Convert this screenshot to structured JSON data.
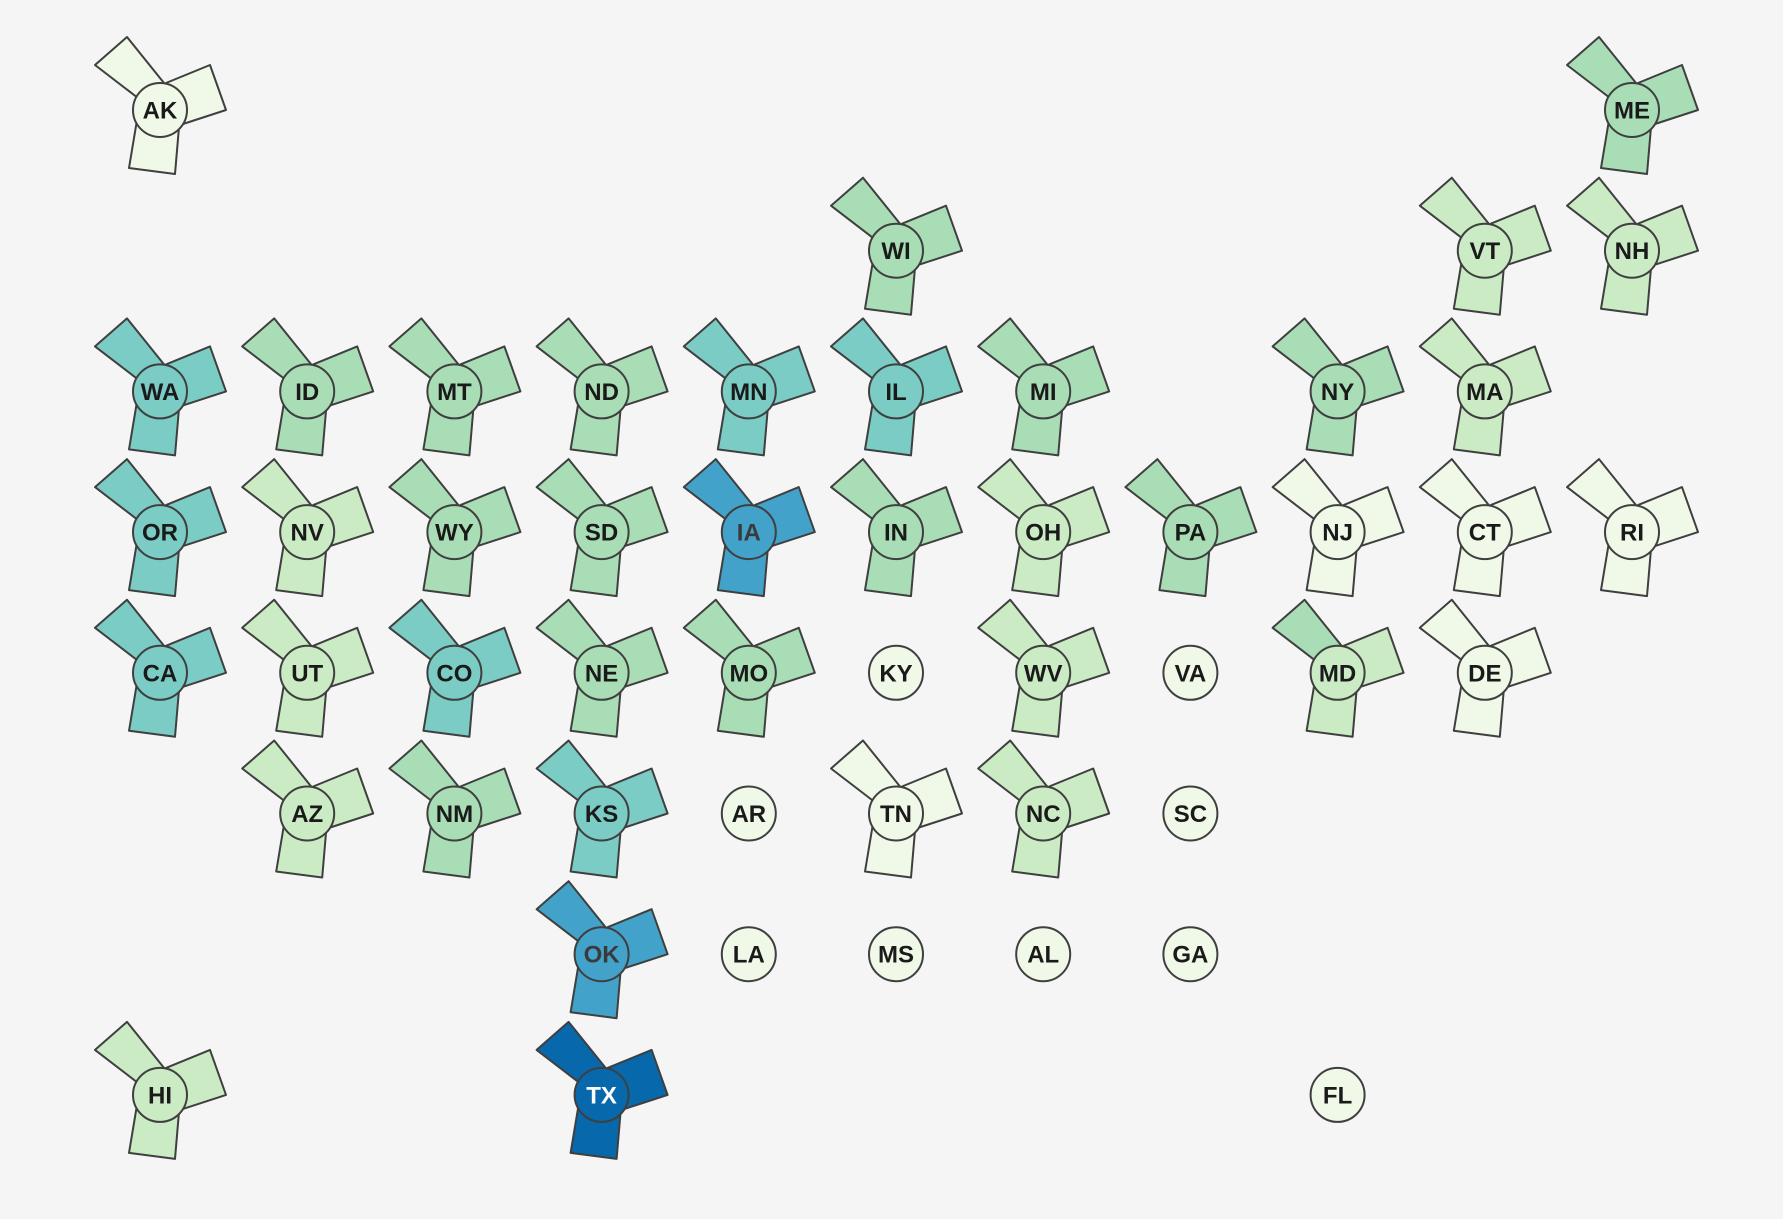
{
  "palette": {
    "background": "#f5f5f5",
    "stroke": "#3f3f3f",
    "level_colors": [
      "#f0f9e8",
      "#cbebc5",
      "#a8ddb5",
      "#7bccc4",
      "#43a2ca",
      "#0868ac"
    ],
    "label_dark": "#1a1a1a",
    "label_light": "#ffffff"
  },
  "chart_data": {
    "type": "tile-grid-map",
    "encoding": "each state tile: three blades and a center circle, each filled with a sequential color level (0 = lightest, 5 = darkest)",
    "states": [
      {
        "abbr": "AK",
        "row": 0,
        "col": 0,
        "blades": [
          0,
          0,
          0
        ],
        "center": 0
      },
      {
        "abbr": "ME",
        "row": 0,
        "col": 10,
        "blades": [
          2,
          2,
          2
        ],
        "center": 2
      },
      {
        "abbr": "WI",
        "row": 1,
        "col": 5,
        "blades": [
          2,
          2,
          2
        ],
        "center": 2
      },
      {
        "abbr": "VT",
        "row": 1,
        "col": 9,
        "blades": [
          1,
          1,
          1
        ],
        "center": 1
      },
      {
        "abbr": "NH",
        "row": 1,
        "col": 10,
        "blades": [
          1,
          1,
          1
        ],
        "center": 1
      },
      {
        "abbr": "WA",
        "row": 2,
        "col": 0,
        "blades": [
          3,
          3,
          3
        ],
        "center": 3
      },
      {
        "abbr": "ID",
        "row": 2,
        "col": 1,
        "blades": [
          2,
          2,
          2
        ],
        "center": 2
      },
      {
        "abbr": "MT",
        "row": 2,
        "col": 2,
        "blades": [
          2,
          2,
          2
        ],
        "center": 2
      },
      {
        "abbr": "ND",
        "row": 2,
        "col": 3,
        "blades": [
          2,
          2,
          2
        ],
        "center": 2
      },
      {
        "abbr": "MN",
        "row": 2,
        "col": 4,
        "blades": [
          3,
          3,
          3
        ],
        "center": 3
      },
      {
        "abbr": "IL",
        "row": 2,
        "col": 5,
        "blades": [
          3,
          3,
          3
        ],
        "center": 3
      },
      {
        "abbr": "MI",
        "row": 2,
        "col": 6,
        "blades": [
          2,
          2,
          2
        ],
        "center": 2
      },
      {
        "abbr": "NY",
        "row": 2,
        "col": 8,
        "blades": [
          2,
          2,
          2
        ],
        "center": 2
      },
      {
        "abbr": "MA",
        "row": 2,
        "col": 9,
        "blades": [
          1,
          1,
          1
        ],
        "center": 1
      },
      {
        "abbr": "OR",
        "row": 3,
        "col": 0,
        "blades": [
          3,
          3,
          3
        ],
        "center": 3
      },
      {
        "abbr": "NV",
        "row": 3,
        "col": 1,
        "blades": [
          1,
          1,
          1
        ],
        "center": 1
      },
      {
        "abbr": "WY",
        "row": 3,
        "col": 2,
        "blades": [
          2,
          2,
          2
        ],
        "center": 2
      },
      {
        "abbr": "SD",
        "row": 3,
        "col": 3,
        "blades": [
          2,
          2,
          2
        ],
        "center": 2
      },
      {
        "abbr": "IA",
        "row": 3,
        "col": 4,
        "blades": [
          4,
          4,
          4
        ],
        "center": 4
      },
      {
        "abbr": "IN",
        "row": 3,
        "col": 5,
        "blades": [
          2,
          2,
          2
        ],
        "center": 2
      },
      {
        "abbr": "OH",
        "row": 3,
        "col": 6,
        "blades": [
          1,
          1,
          1
        ],
        "center": 1
      },
      {
        "abbr": "PA",
        "row": 3,
        "col": 7,
        "blades": [
          2,
          2,
          2
        ],
        "center": 2
      },
      {
        "abbr": "NJ",
        "row": 3,
        "col": 8,
        "blades": [
          0,
          0,
          0
        ],
        "center": 0
      },
      {
        "abbr": "CT",
        "row": 3,
        "col": 9,
        "blades": [
          0,
          0,
          0
        ],
        "center": 0
      },
      {
        "abbr": "RI",
        "row": 3,
        "col": 10,
        "blades": [
          0,
          0,
          0
        ],
        "center": 0
      },
      {
        "abbr": "CA",
        "row": 4,
        "col": 0,
        "blades": [
          3,
          3,
          3
        ],
        "center": 3
      },
      {
        "abbr": "UT",
        "row": 4,
        "col": 1,
        "blades": [
          1,
          1,
          1
        ],
        "center": 1
      },
      {
        "abbr": "CO",
        "row": 4,
        "col": 2,
        "blades": [
          3,
          3,
          3
        ],
        "center": 3
      },
      {
        "abbr": "NE",
        "row": 4,
        "col": 3,
        "blades": [
          2,
          2,
          2
        ],
        "center": 2
      },
      {
        "abbr": "MO",
        "row": 4,
        "col": 4,
        "blades": [
          2,
          2,
          2
        ],
        "center": 2
      },
      {
        "abbr": "KY",
        "row": 4,
        "col": 5,
        "blades": [],
        "center": 0
      },
      {
        "abbr": "WV",
        "row": 4,
        "col": 6,
        "blades": [
          1,
          1,
          1
        ],
        "center": 1
      },
      {
        "abbr": "VA",
        "row": 4,
        "col": 7,
        "blades": [],
        "center": 0
      },
      {
        "abbr": "MD",
        "row": 4,
        "col": 8,
        "blades": [
          2,
          1,
          1
        ],
        "center": 1
      },
      {
        "abbr": "DE",
        "row": 4,
        "col": 9,
        "blades": [
          0,
          0,
          0
        ],
        "center": 0
      },
      {
        "abbr": "AZ",
        "row": 5,
        "col": 1,
        "blades": [
          1,
          1,
          1
        ],
        "center": 1
      },
      {
        "abbr": "NM",
        "row": 5,
        "col": 2,
        "blades": [
          2,
          2,
          2
        ],
        "center": 2
      },
      {
        "abbr": "KS",
        "row": 5,
        "col": 3,
        "blades": [
          3,
          3,
          3
        ],
        "center": 3
      },
      {
        "abbr": "AR",
        "row": 5,
        "col": 4,
        "blades": [],
        "center": 0
      },
      {
        "abbr": "TN",
        "row": 5,
        "col": 5,
        "blades": [
          0,
          0,
          0
        ],
        "center": 0
      },
      {
        "abbr": "NC",
        "row": 5,
        "col": 6,
        "blades": [
          1,
          1,
          1
        ],
        "center": 1
      },
      {
        "abbr": "SC",
        "row": 5,
        "col": 7,
        "blades": [],
        "center": 0
      },
      {
        "abbr": "OK",
        "row": 6,
        "col": 3,
        "blades": [
          4,
          4,
          4
        ],
        "center": 4
      },
      {
        "abbr": "LA",
        "row": 6,
        "col": 4,
        "blades": [],
        "center": 0
      },
      {
        "abbr": "MS",
        "row": 6,
        "col": 5,
        "blades": [],
        "center": 0
      },
      {
        "abbr": "AL",
        "row": 6,
        "col": 6,
        "blades": [],
        "center": 0
      },
      {
        "abbr": "GA",
        "row": 6,
        "col": 7,
        "blades": [],
        "center": 0
      },
      {
        "abbr": "HI",
        "row": 7,
        "col": 0,
        "blades": [
          1,
          1,
          1
        ],
        "center": 1
      },
      {
        "abbr": "TX",
        "row": 7,
        "col": 3,
        "blades": [
          5,
          5,
          5
        ],
        "center": 5
      },
      {
        "abbr": "FL",
        "row": 7,
        "col": 8,
        "blades": [],
        "center": 0
      }
    ]
  }
}
